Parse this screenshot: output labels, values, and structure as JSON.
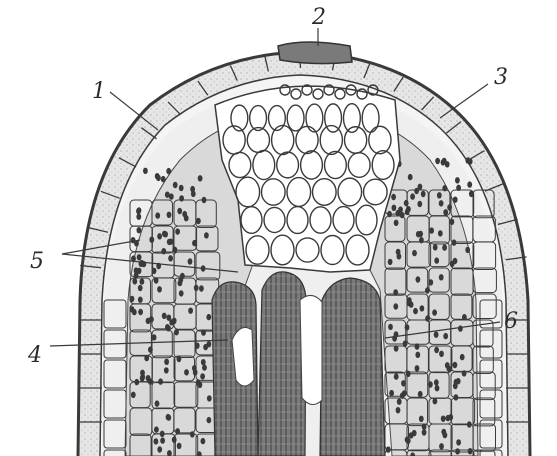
{
  "figure": {
    "labels": {
      "label_1": "1",
      "label_2": "2",
      "label_3": "3",
      "label_4": "4",
      "label_5": "5",
      "label_6": "6"
    },
    "colors": {
      "paper": "#ffffff",
      "ink": "#3a3a3a",
      "shade_light": "#dcdcdc",
      "shade_mid": "#b8b8b8",
      "shade_dark": "#6a6a6a"
    }
  }
}
